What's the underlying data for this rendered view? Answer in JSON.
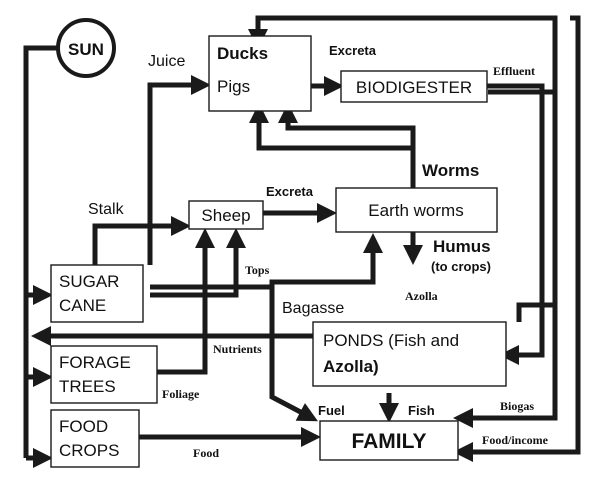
{
  "nodes": {
    "sun": "SUN",
    "ducks": "Ducks",
    "pigs": "Pigs",
    "biodigester": "BIODIGESTER",
    "sheep": "Sheep",
    "earthworms": "Earth worms",
    "sugarcane": [
      "SUGAR",
      "CANE"
    ],
    "foragetrees": [
      "FORAGE",
      "TREES"
    ],
    "foodcrops": [
      "FOOD",
      "CROPS"
    ],
    "ponds": [
      "PONDS (Fish and",
      "Azolla)"
    ],
    "family": "FAMILY"
  },
  "labels": {
    "juice": "Juice",
    "excreta_top": "Excreta",
    "effluent": "Effluent",
    "stalk": "Stalk",
    "excreta_sheep": "Excreta",
    "worms": "Worms",
    "humus": "Humus",
    "humus_sub": "(to crops)",
    "tops": "Tops",
    "bagasse": "Bagasse",
    "azolla": "Azolla",
    "nutrients": "Nutrients",
    "foliage": "Foliage",
    "fuel": "Fuel",
    "fish": "Fish",
    "biogas": "Biogas",
    "food": "Food",
    "food_income": "Food/income"
  }
}
